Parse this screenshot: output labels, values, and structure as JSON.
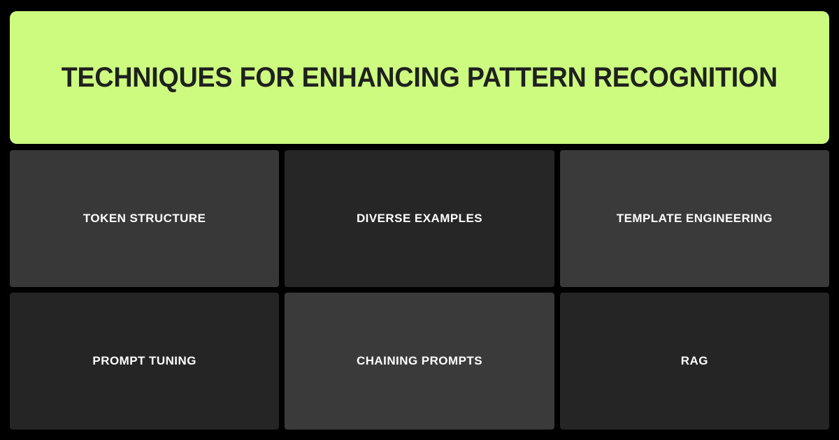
{
  "page": {
    "background_color": "#000000"
  },
  "header": {
    "title": "Techniques For Enhancing Pattern Recognition",
    "background_color": "#cdfb80",
    "text_color": "#1f211e"
  },
  "grid": {
    "columns": 3,
    "rows": 2,
    "label_color": "#ffffff",
    "cards": [
      {
        "label": "Token Structure",
        "background_color": "#383838"
      },
      {
        "label": "Diverse Examples",
        "background_color": "#262626"
      },
      {
        "label": "Template Engineering",
        "background_color": "#3a3a3a"
      },
      {
        "label": "Prompt Tuning",
        "background_color": "#252525"
      },
      {
        "label": "Chaining Prompts",
        "background_color": "#3a3a3a"
      },
      {
        "label": "RAG",
        "background_color": "#252525"
      }
    ]
  }
}
